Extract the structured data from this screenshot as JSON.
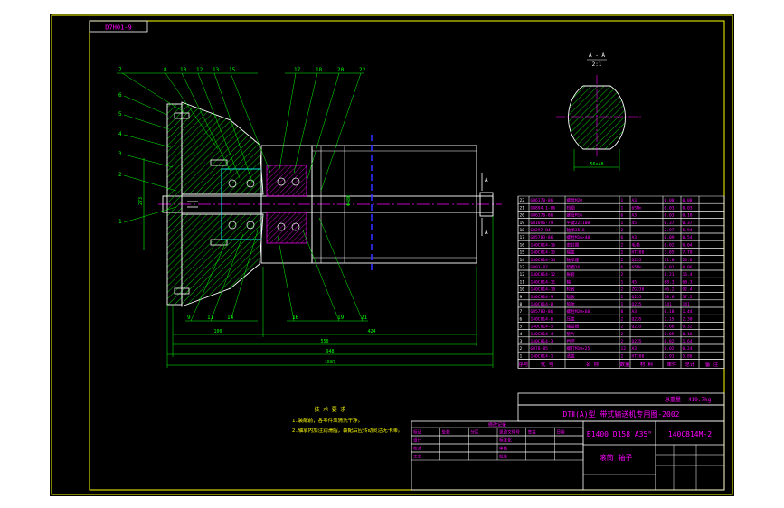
{
  "title_block": {
    "drawing_id_top": "D7H01-9",
    "standard": "DTⅡ(A)型  带式输送机专用图-2002",
    "drawing_code": "B1400 D158 A35°",
    "part_number": "140C814M-2",
    "part_name": "滚筒 轴子",
    "weight_label": "总重量",
    "weight_value": "419.7kg"
  },
  "section_view": {
    "label_top": "A - A",
    "label_bottom": "2:1",
    "dimension": "56×48"
  },
  "tech_requirements": {
    "title": "技 术 要 求",
    "lines": [
      "1.装配前，各零件须清洗干净。",
      "2.轴承内加注润滑脂，装配后应转动灵活无卡滞。"
    ]
  },
  "callouts_top": [
    "7",
    "8",
    "10",
    "12",
    "13",
    "15",
    "17",
    "18",
    "20",
    "22"
  ],
  "callouts_left": [
    "6",
    "5",
    "4",
    "3",
    "2",
    "1"
  ],
  "callouts_bottom": [
    "9",
    "11",
    "14",
    "16",
    "19",
    "21"
  ],
  "dimensions": {
    "d1": "100",
    "d2": "424",
    "d3": "550",
    "d4": "948",
    "d5": "1587",
    "left_vertical": "273",
    "inner_diameter": "Φ480"
  },
  "bom_header": [
    "序号",
    "代 号",
    "名 称",
    "数量",
    "材 料",
    "单件",
    "总计",
    "备 注"
  ],
  "bom_rows": [
    [
      "22",
      "GB6170-86",
      "螺母M20",
      "1",
      "A3",
      "0.08",
      "0.08",
      ""
    ],
    [
      "21",
      "GB894.1-86",
      "挡圈",
      "1",
      "65Mn",
      "0.03",
      "0.03",
      ""
    ],
    [
      "20",
      "GB6170-86",
      "螺母M16",
      "6",
      "A3",
      "0.03",
      "0.18",
      ""
    ],
    [
      "19",
      "GB1096-79",
      "平键22×100",
      "1",
      "45",
      "0.37",
      "0.37",
      ""
    ],
    [
      "18",
      "GB297-84",
      "轴承3516",
      "2",
      "",
      "2.97",
      "5.94",
      ""
    ],
    [
      "17",
      "GB5783-86",
      "螺栓M16×40",
      "6",
      "A3",
      "0.09",
      "0.54",
      ""
    ],
    [
      "16",
      "140C814-16",
      "密封圈",
      "2",
      "毛毡",
      "0.02",
      "0.04",
      ""
    ],
    [
      "15",
      "140C814-15",
      "端盖",
      "2",
      "HT200",
      "3.85",
      "7.70",
      ""
    ],
    [
      "14",
      "140C814-14",
      "轴承座",
      "2",
      "Q235",
      "11.8",
      "23.6",
      ""
    ],
    [
      "13",
      "GB93-87",
      "垫圈16",
      "6",
      "65Mn",
      "0.01",
      "0.06",
      ""
    ],
    [
      "12",
      "140C814-12",
      "胀套",
      "2",
      "",
      "8.21",
      "16.4",
      ""
    ],
    [
      "11",
      "140C814-11",
      "轴",
      "1",
      "45",
      "68.3",
      "68.3",
      ""
    ],
    [
      "10",
      "140C814-10",
      "轮毂",
      "2",
      "ZG230",
      "46.2",
      "92.4",
      ""
    ],
    [
      "9",
      "140C814-9",
      "辐板",
      "2",
      "Q235",
      "18.6",
      "37.2",
      ""
    ],
    [
      "8",
      "140C814-8",
      "筒体",
      "1",
      "Q235",
      "141",
      "141",
      ""
    ],
    [
      "7",
      "GB5783-86",
      "螺栓M20×60",
      "8",
      "A3",
      "0.18",
      "1.44",
      ""
    ],
    [
      "6",
      "140C814-6",
      "压盖",
      "2",
      "Q235",
      "1.15",
      "2.30",
      ""
    ],
    [
      "5",
      "140C814-5",
      "端盖板",
      "2",
      "Q235",
      "4.66",
      "9.32",
      ""
    ],
    [
      "4",
      "140C814-4",
      "垫片",
      "2",
      "",
      "0.05",
      "0.10",
      ""
    ],
    [
      "3",
      "140C814-3",
      "挡环",
      "2",
      "Q235",
      "0.82",
      "1.64",
      ""
    ],
    [
      "2",
      "GB70-85",
      "螺钉M10×25",
      "12",
      "A3",
      "0.02",
      "0.24",
      ""
    ],
    [
      "1",
      "140C814-1",
      "透盖",
      "2",
      "HT200",
      "2.93",
      "5.86",
      ""
    ]
  ],
  "revision_block": {
    "title": "修改记录",
    "rows": [
      [
        "标记",
        "处数",
        "分区",
        "更改文件号",
        "签名",
        "日期"
      ],
      [
        "设计",
        "",
        "",
        "标准化",
        "",
        ""
      ],
      [
        "校对",
        "",
        "",
        "审核",
        "",
        ""
      ],
      [
        "工艺",
        "",
        "",
        "批准",
        "",
        ""
      ]
    ]
  },
  "colors": {
    "frame": "#ffff00",
    "outline": "#ffffff",
    "magenta": "#ff00ff",
    "green": "#00ff00",
    "blue": "#3030ff",
    "cyan": "#00ffff",
    "red": "#ff0000",
    "hatch": "#00ff00"
  }
}
